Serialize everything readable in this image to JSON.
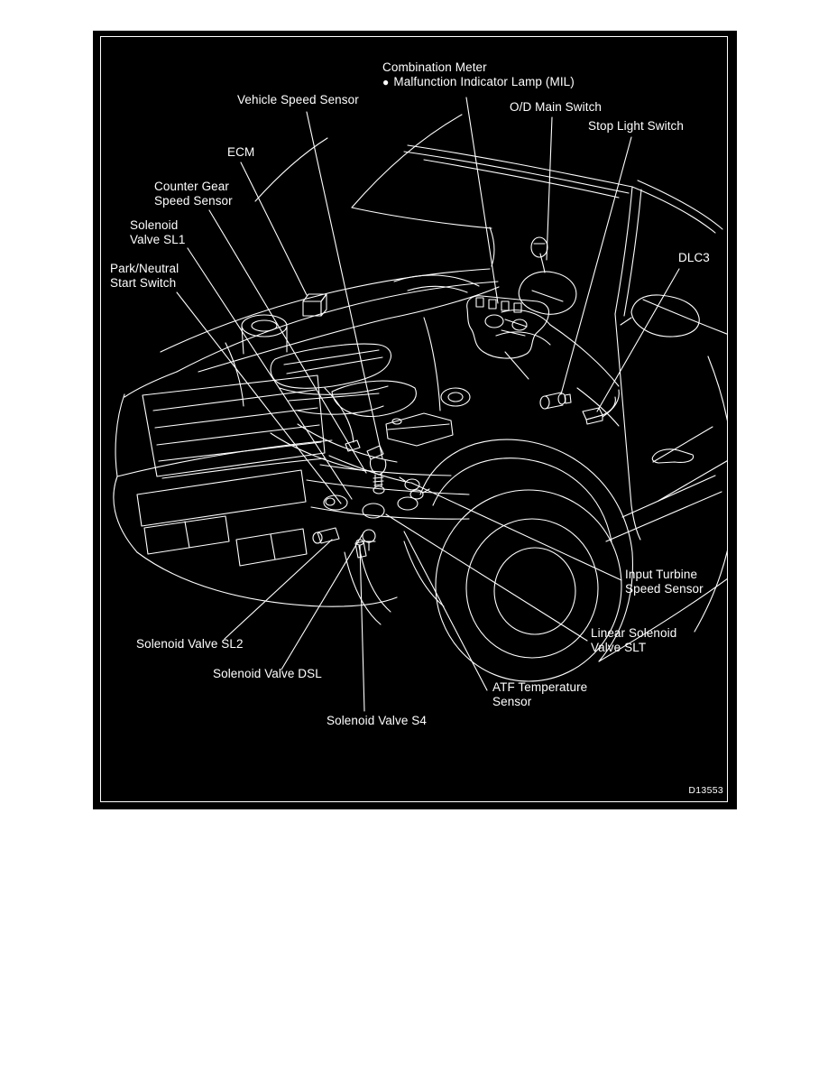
{
  "figure": {
    "code": "D13553",
    "bullet": "●",
    "labels": {
      "combination_meter_1": "Combination Meter",
      "combination_meter_2": "Malfunction Indicator Lamp (MIL)",
      "vehicle_speed_sensor": "Vehicle Speed Sensor",
      "od_main_switch": "O/D Main Switch",
      "stop_light_switch": "Stop Light Switch",
      "ecm": "ECM",
      "counter_gear_1": "Counter Gear",
      "counter_gear_2": "Speed Sensor",
      "solenoid_sl1_1": "Solenoid",
      "solenoid_sl1_2": "Valve SL1",
      "park_neutral_1": "Park/Neutral",
      "park_neutral_2": "Start Switch",
      "dlc3": "DLC3",
      "input_turbine_1": "Input Turbine",
      "input_turbine_2": "Speed Sensor",
      "linear_slt_1": "Linear Solenoid",
      "linear_slt_2": "Valve SLT",
      "atf_1": "ATF Temperature",
      "atf_2": "Sensor",
      "solenoid_sl2": "Solenoid Valve SL2",
      "solenoid_dsl": "Solenoid Valve DSL",
      "solenoid_s4": "Solenoid Valve S4"
    },
    "colors": {
      "page_background": "#ffffff",
      "diagram_background": "#000000",
      "line": "#ffffff",
      "text": "#ffffff"
    }
  }
}
